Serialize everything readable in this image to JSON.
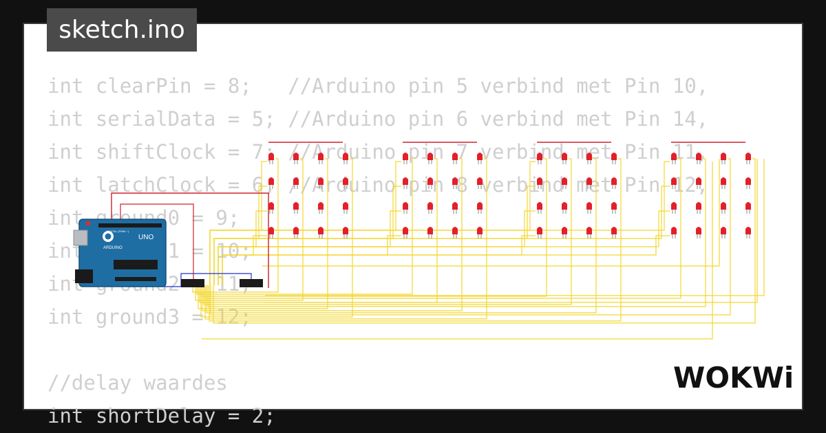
{
  "tab": {
    "filename": "sketch.ino"
  },
  "code_lines": [
    "int clearPin = 8;   //Arduino pin 5 verbind met Pin 10,",
    "int serialData = 5; //Arduino pin 6 verbind met Pin 14,",
    "int shiftClock = 7; //Arduino pin 7 verbind met Pin 11,",
    "int latchClock = 6; //Arduino pin 8 verbind met Pin 12,",
    "int ground0 = 9;",
    "int ground1 = 10;",
    "int ground2 = 11;",
    "int ground3 = 12;",
    "",
    "//delay waardes",
    "int shortDelay = 2;"
  ],
  "board": {
    "brand": "ARDUINO",
    "model": "UNO",
    "header_label": "DIGITAL (PWM ~)"
  },
  "logo": {
    "text": "WOKWi"
  },
  "colors": {
    "background": "#111111",
    "tab": "#4a4a4a",
    "code_text": "#cfcfcf",
    "led_red": "#e3202a",
    "wire_red": "#d0202a",
    "wire_yellow": "#f2d72e",
    "wire_blue": "#2233cc",
    "board_blue": "#1f6ea3"
  },
  "icons": {
    "logo": "wokwi-logo",
    "board": "arduino-uno-icon",
    "led": "led-icon",
    "chip": "shift-register-chip-icon"
  }
}
